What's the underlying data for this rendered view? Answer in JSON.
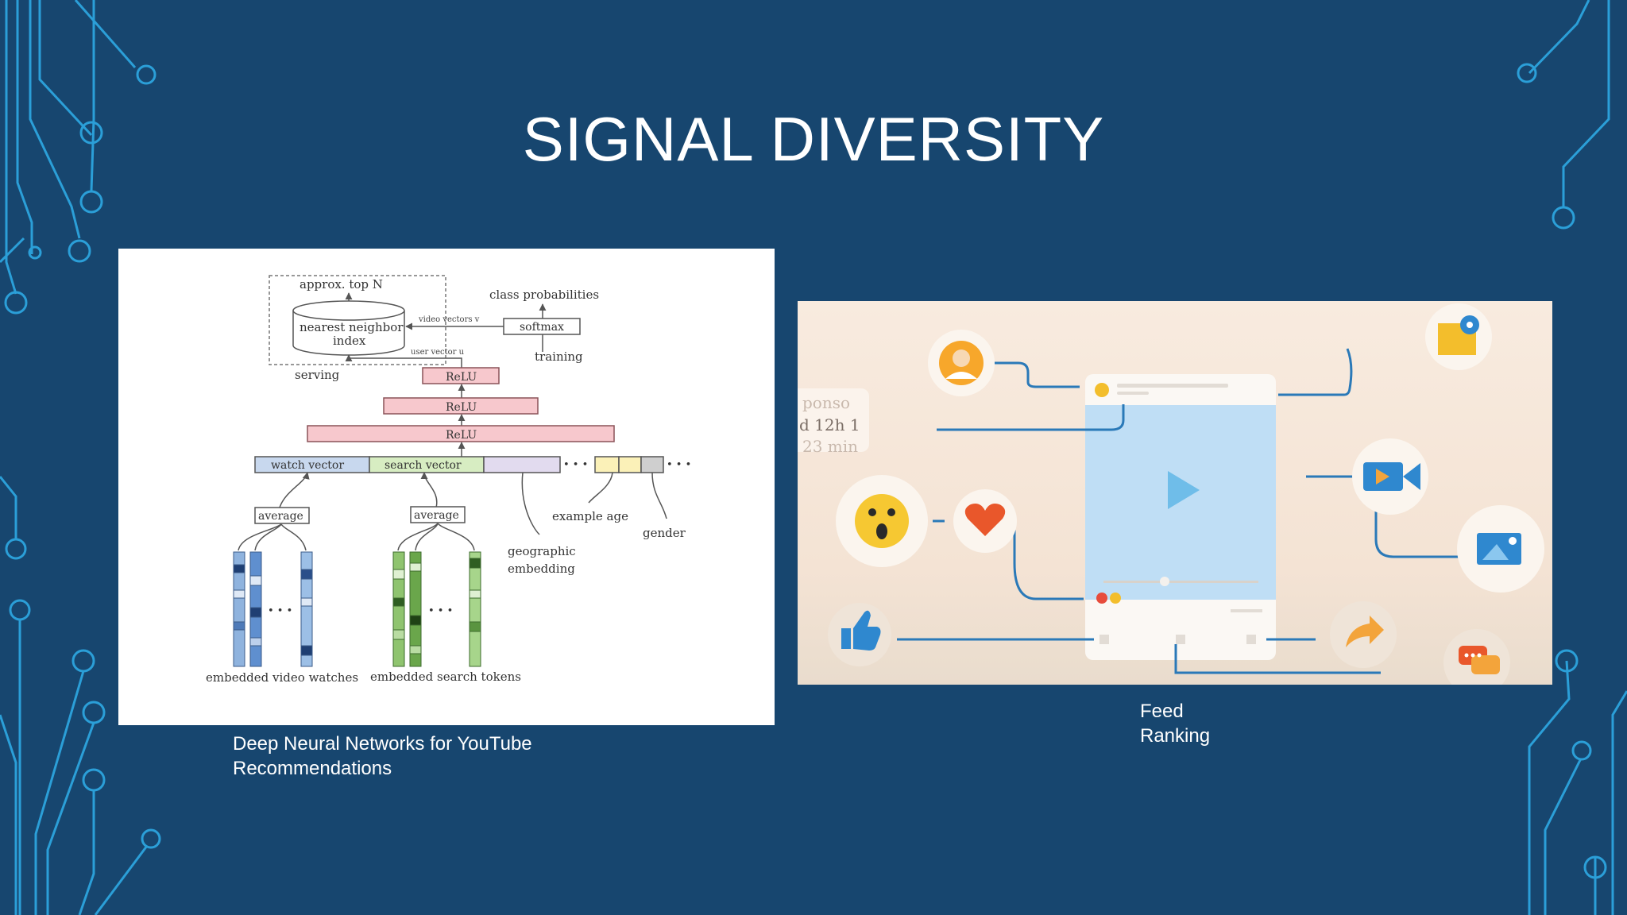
{
  "slide": {
    "title": "SIGNAL DIVERSITY",
    "background_color": "#17466f",
    "accent_color": "#2b9fd8"
  },
  "left_figure": {
    "caption": "Deep Neural Networks for YouTube Recommendations",
    "labels": {
      "approx_top_n": "approx. top N",
      "nearest_neighbor": "nearest neighbor",
      "index": "index",
      "video_vectors": "video vectors v",
      "user_vector": "user vector u",
      "class_probabilities": "class probabilities",
      "softmax": "softmax",
      "training": "training",
      "serving": "serving",
      "relu": "ReLU",
      "watch_vector": "watch vector",
      "search_vector": "search vector",
      "average": "average",
      "example_age": "example age",
      "gender": "gender",
      "geographic": "geographic",
      "embedding": "embedding",
      "embedded_video_watches": "embedded video watches",
      "embedded_search_tokens": "embedded search tokens",
      "ellipsis": "• • •"
    }
  },
  "right_figure": {
    "caption_line1": "Feed",
    "caption_line2": "Ranking",
    "sponsored_fragment": {
      "line1": "ponso",
      "line2": "d 12h 1",
      "line3": "23 min"
    },
    "icons": [
      "person-icon",
      "map-pin-icon",
      "video-camera-icon",
      "surprised-emoji-icon",
      "heart-icon",
      "image-icon",
      "thumbs-up-icon",
      "share-arrow-icon",
      "chat-bubbles-icon",
      "play-icon"
    ]
  }
}
